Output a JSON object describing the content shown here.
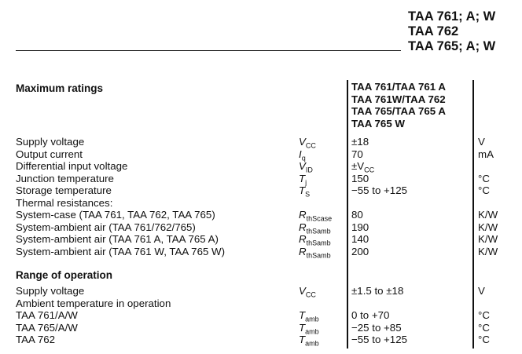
{
  "header": {
    "lines": [
      "TAA 761; A; W",
      "TAA 762",
      "TAA 765; A; W"
    ]
  },
  "max_ratings": {
    "title": "Maximum ratings",
    "column_header": [
      "TAA 761/TAA 761 A",
      "TAA 761W/TAA 762",
      "TAA 765/TAA 765 A",
      "TAA 765 W"
    ],
    "rows": [
      {
        "label": "Supply voltage",
        "sym": "V",
        "sub": "CC",
        "value": "±18",
        "unit": "V"
      },
      {
        "label": "Output current",
        "sym": "I",
        "sub": "q",
        "value": "70",
        "unit": "mA"
      },
      {
        "label": "Differential input voltage",
        "sym": "V",
        "sub": "ID",
        "value": "±V",
        "value_sub": "CC",
        "unit": ""
      },
      {
        "label": "Junction temperature",
        "sym": "T",
        "sub": "j",
        "value": "150",
        "unit": "°C"
      },
      {
        "label": "Storage temperature",
        "sym": "T",
        "sub": "S",
        "value": "−55 to +125",
        "unit": "°C"
      },
      {
        "label": "Thermal resistances:",
        "sym": "",
        "sub": "",
        "value": "",
        "unit": ""
      },
      {
        "label": "System-case (TAA 761, TAA 762, TAA 765)",
        "sym": "R",
        "sub": "thScase",
        "value": "80",
        "unit": "K/W"
      },
      {
        "label": "System-ambient air (TAA 761/762/765)",
        "sym": "R",
        "sub": "thSamb",
        "value": "190",
        "unit": "K/W"
      },
      {
        "label": "System-ambient air (TAA 761 A, TAA 765 A)",
        "sym": "R",
        "sub": "thSamb",
        "value": "140",
        "unit": "K/W"
      },
      {
        "label": "System-ambient air (TAA 761 W, TAA 765 W)",
        "sym": "R",
        "sub": "thSamb",
        "value": "200",
        "unit": "K/W"
      }
    ]
  },
  "range_of_operation": {
    "title": "Range of operation",
    "rows": [
      {
        "label": "Supply voltage",
        "sym": "V",
        "sub": "CC",
        "value": "±1.5 to ±18",
        "unit": "V"
      },
      {
        "label": "Ambient temperature in operation",
        "sym": "",
        "sub": "",
        "value": "",
        "unit": ""
      },
      {
        "label": "TAA 761/A/W",
        "sym": "T",
        "sub": "amb",
        "value": "0 to +70",
        "unit": "°C"
      },
      {
        "label": "TAA 765/A/W",
        "sym": "T",
        "sub": "amb",
        "value": "−25 to +85",
        "unit": "°C"
      },
      {
        "label": "TAA 762",
        "sym": "T",
        "sub": "amb",
        "value": "−55 to +125",
        "unit": "°C"
      }
    ]
  }
}
